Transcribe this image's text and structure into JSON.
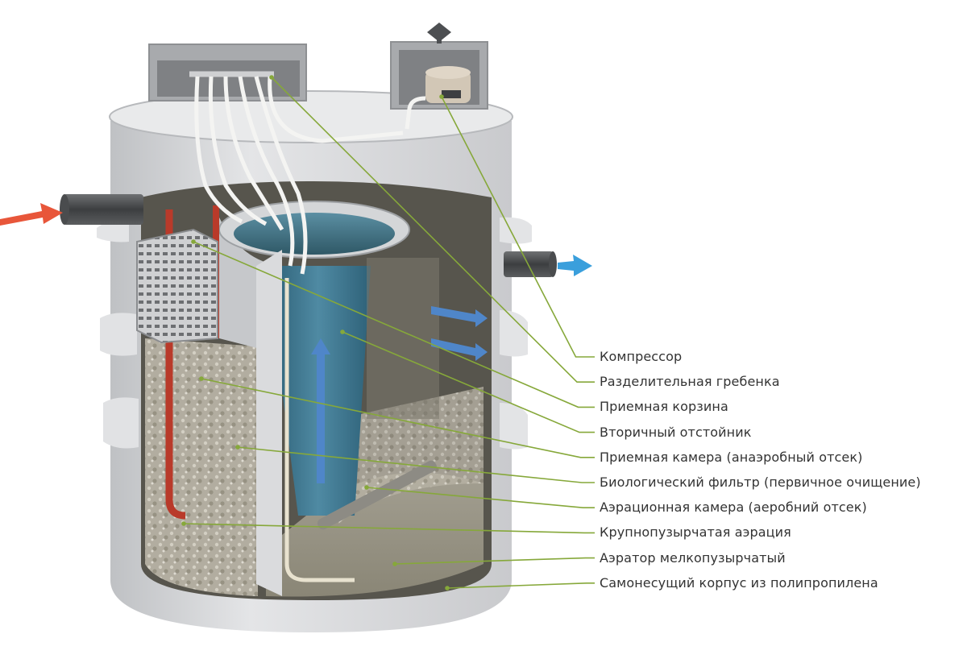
{
  "colors": {
    "leader": "#86a83a",
    "inlet_arrow": "#e8563a",
    "outlet_arrow": "#3a9fdc",
    "flow_arrow": "#4f86c9",
    "tank_body": "#d9dadc",
    "label_text": "#333333"
  },
  "labels": [
    "Компрессор",
    "Разделительная гребенка",
    "Приемная корзина",
    "Вторичный отстойник",
    "Приемная камера (анаэробный отсек)",
    "Биологический фильтр (первичное очищение)",
    "Аэрационная камера (аеробний отсек)",
    "Крупнопузырчатая аэрация",
    "Аэратор мелкопузырчатый",
    "Самонесущий корпус из полипропилена"
  ]
}
